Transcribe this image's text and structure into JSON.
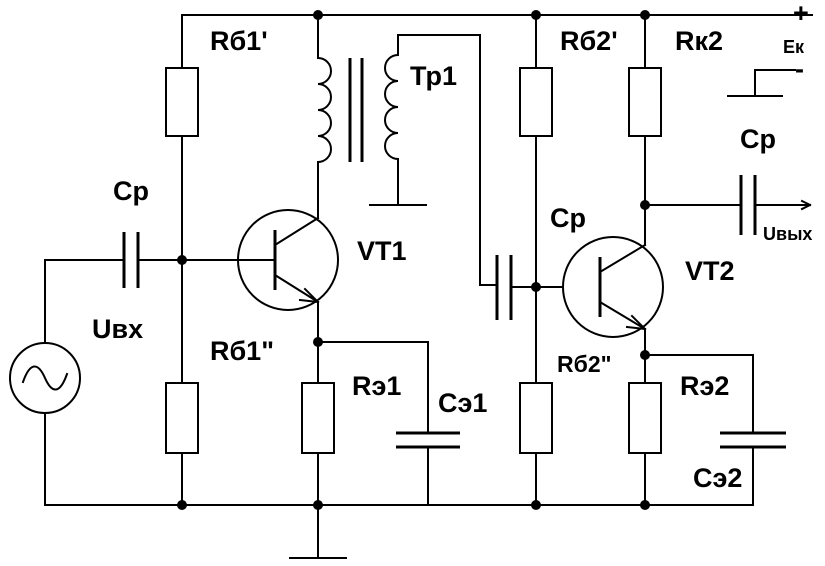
{
  "labels": {
    "rb1_top": "Rб1'",
    "rb1_bot": "Rб1\"",
    "tr1": "Тр1",
    "cp_in": "Ср",
    "u_in": "Uвх",
    "vt1": "VT1",
    "re1": "Rэ1",
    "ce1": "Сэ1",
    "rb2_top": "Rб2'",
    "rk2": "Rк2",
    "ek": "Ек",
    "plus": "+",
    "minus": "-",
    "cp_out": "Ср",
    "u_out": "Uвых",
    "cp_mid": "Ср",
    "vt2": "VT2",
    "rb2_bot": "Rб2\"",
    "re2": "Rэ2",
    "ce2": "Сэ2"
  }
}
